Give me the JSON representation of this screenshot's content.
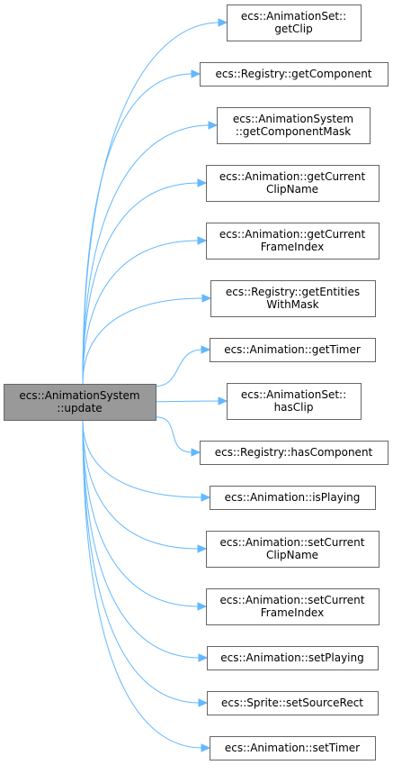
{
  "root": {
    "name": "root-node",
    "lines": [
      "ecs::AnimationSystem",
      "::update"
    ]
  },
  "callees": [
    {
      "name": "callee-animationset-getclip",
      "lines": [
        "ecs::AnimationSet::",
        "getClip"
      ]
    },
    {
      "name": "callee-registry-getcomponent",
      "lines": [
        "ecs::Registry::getComponent"
      ]
    },
    {
      "name": "callee-animationsystem-getcomponentmask",
      "lines": [
        "ecs::AnimationSystem",
        "::getComponentMask"
      ]
    },
    {
      "name": "callee-animation-getcurrentclipname",
      "lines": [
        "ecs::Animation::getCurrent",
        "ClipName"
      ]
    },
    {
      "name": "callee-animation-getcurrentframeindex",
      "lines": [
        "ecs::Animation::getCurrent",
        "FrameIndex"
      ]
    },
    {
      "name": "callee-registry-getentitieswithmask",
      "lines": [
        "ecs::Registry::getEntities",
        "WithMask"
      ]
    },
    {
      "name": "callee-animation-gettimer",
      "lines": [
        "ecs::Animation::getTimer"
      ]
    },
    {
      "name": "callee-animationset-hasclip",
      "lines": [
        "ecs::AnimationSet::",
        "hasClip"
      ]
    },
    {
      "name": "callee-registry-hascomponent",
      "lines": [
        "ecs::Registry::hasComponent"
      ]
    },
    {
      "name": "callee-animation-isplaying",
      "lines": [
        "ecs::Animation::isPlaying"
      ]
    },
    {
      "name": "callee-animation-setcurrentclipname",
      "lines": [
        "ecs::Animation::setCurrent",
        "ClipName"
      ]
    },
    {
      "name": "callee-animation-setcurrentframeindex",
      "lines": [
        "ecs::Animation::setCurrent",
        "FrameIndex"
      ]
    },
    {
      "name": "callee-animation-setplaying",
      "lines": [
        "ecs::Animation::setPlaying"
      ]
    },
    {
      "name": "callee-sprite-setsourcerect",
      "lines": [
        "ecs::Sprite::setSourceRect"
      ]
    },
    {
      "name": "callee-animation-settimer",
      "lines": [
        "ecs::Animation::setTimer"
      ]
    }
  ],
  "colors": {
    "edge": "#63b8ff",
    "root_fill": "#999999",
    "node_fill": "#ffffff",
    "node_stroke": "#666666"
  }
}
